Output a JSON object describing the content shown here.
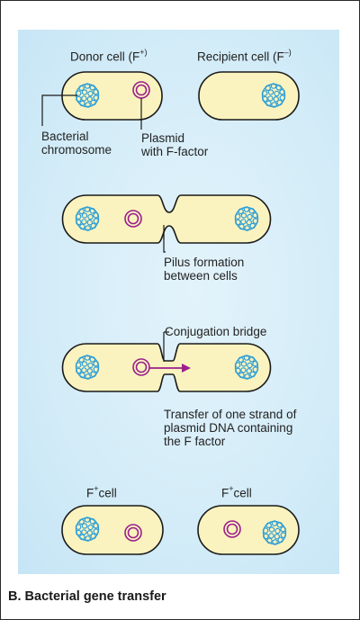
{
  "diagram": {
    "caption": "B. Bacterial gene transfer",
    "labels": {
      "donor_cell_text": "Donor cell (F",
      "donor_cell_sup": "+)",
      "recipient_cell_text": "Recipient cell (F",
      "recipient_cell_sup": "–)",
      "bacterial_chromosome_line1": "Bacterial",
      "bacterial_chromosome_line2": "chromosome",
      "plasmid_line1": "Plasmid",
      "plasmid_line2": "with F-factor",
      "pilus_line1": "Pilus formation",
      "pilus_line2": "between cells",
      "conjugation_bridge": "Conjugation bridge",
      "transfer_line1": "Transfer of one strand of",
      "transfer_line2": "plasmid DNA containing",
      "transfer_line3": "the F factor",
      "f_plus_prefix": "F",
      "f_plus_sup": "+",
      "f_plus_suffix": "cell"
    },
    "colors": {
      "cell_fill": "#fbf3bf",
      "cell_outline": "#1a1a1a",
      "chromosome": "#2f9fd6",
      "plasmid": "#9b1f8c",
      "transfer_arrow": "#9b1f8c",
      "background": "#d3ecf8"
    }
  }
}
